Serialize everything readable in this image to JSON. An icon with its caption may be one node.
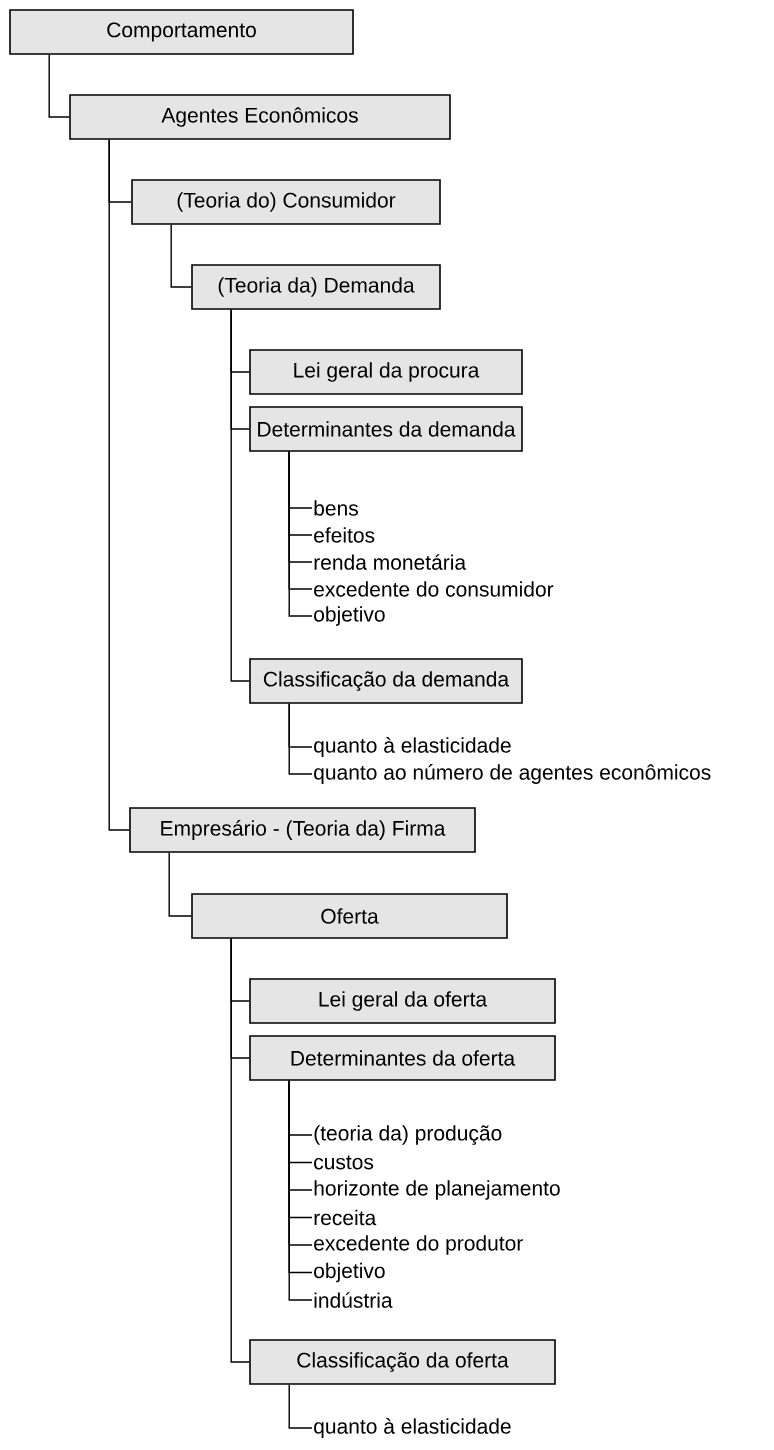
{
  "diagram": {
    "nodes": [
      {
        "text": [
          "Comportamento"
        ]
      },
      {
        "text": [
          "Agentes Econômicos"
        ]
      },
      {
        "text": [
          "(Teoria do) Consumidor"
        ]
      },
      {
        "text": [
          "(Teoria da) Demanda"
        ]
      },
      {
        "text": [
          "Lei geral da procura"
        ]
      },
      {
        "text": [
          "Determinantes da demanda"
        ]
      },
      {
        "text": [
          "bens"
        ]
      },
      {
        "text": [
          "efeitos"
        ]
      },
      {
        "text": [
          "renda monetária"
        ]
      },
      {
        "text": [
          "excedente do consumidor"
        ]
      },
      {
        "text": [
          "objetivo"
        ]
      },
      {
        "text": [
          "Classificação da demanda"
        ]
      },
      {
        "text": [
          "quanto à elasticidade"
        ]
      },
      {
        "text": [
          "quanto ao número de agentes econômicos"
        ]
      },
      {
        "text": [
          "Empresário - (Teoria da) Firma"
        ]
      },
      {
        "text": [
          "Oferta"
        ]
      },
      {
        "text": [
          "Lei geral da oferta"
        ]
      },
      {
        "text": [
          "Determinantes da oferta"
        ]
      },
      {
        "text": [
          "(teoria da) produção"
        ]
      },
      {
        "text": [
          "custos"
        ]
      },
      {
        "text": [
          "horizonte de planejamento"
        ]
      },
      {
        "text": [
          "receita"
        ]
      },
      {
        "text": [
          "excedente do produtor"
        ]
      },
      {
        "text": [
          "objetivo"
        ]
      },
      {
        "text": [
          "indústria"
        ]
      },
      {
        "text": [
          "Classificação da oferta"
        ]
      },
      {
        "text": [
          "quanto à elasticidade"
        ]
      }
    ],
    "edges": [
      {
        "from": 0,
        "to": 1,
        "arrow": "none"
      },
      {
        "from": 1,
        "to": 2,
        "arrow": "none"
      },
      {
        "from": 2,
        "to": 3,
        "arrow": "none"
      },
      {
        "from": 3,
        "to": 4,
        "arrow": "none"
      },
      {
        "from": 3,
        "to": 5,
        "arrow": "none"
      },
      {
        "from": 5,
        "to": 6,
        "arrow": "none"
      },
      {
        "from": 5,
        "to": 7,
        "arrow": "none"
      },
      {
        "from": 5,
        "to": 8,
        "arrow": "none"
      },
      {
        "from": 5,
        "to": 9,
        "arrow": "none"
      },
      {
        "from": 5,
        "to": 10,
        "arrow": "none"
      },
      {
        "from": 3,
        "to": 11,
        "arrow": "none"
      },
      {
        "from": 11,
        "to": 12,
        "arrow": "none"
      },
      {
        "from": 11,
        "to": 13,
        "arrow": "none"
      },
      {
        "from": 1,
        "to": 14,
        "arrow": "none"
      },
      {
        "from": 14,
        "to": 15,
        "arrow": "none"
      },
      {
        "from": 15,
        "to": 16,
        "arrow": "none"
      },
      {
        "from": 15,
        "to": 17,
        "arrow": "none"
      },
      {
        "from": 17,
        "to": 18,
        "arrow": "none"
      },
      {
        "from": 17,
        "to": 19,
        "arrow": "none"
      },
      {
        "from": 17,
        "to": 20,
        "arrow": "none"
      },
      {
        "from": 17,
        "to": 21,
        "arrow": "none"
      },
      {
        "from": 17,
        "to": 22,
        "arrow": "none"
      },
      {
        "from": 17,
        "to": 23,
        "arrow": "none"
      },
      {
        "from": 17,
        "to": 24,
        "arrow": "none"
      },
      {
        "from": 15,
        "to": 25,
        "arrow": "none"
      },
      {
        "from": 25,
        "to": 26,
        "arrow": "none"
      }
    ]
  }
}
